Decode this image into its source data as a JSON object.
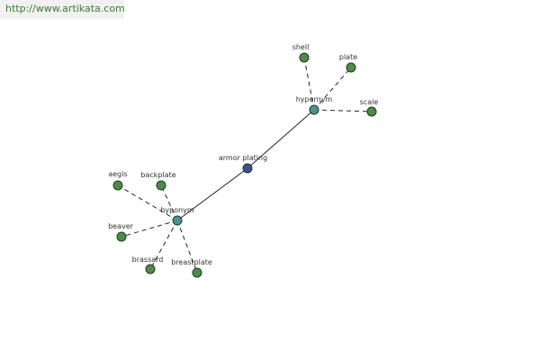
{
  "watermark": {
    "url": "http://www.artikata.com"
  },
  "colors": {
    "leaf_node": "#4f8a4a",
    "hub_node": "#4f8f96",
    "center_node": "#3f4f8f",
    "node_stroke": "#1f3a1f",
    "edge": "#222222"
  },
  "graph": {
    "nodes": [
      {
        "id": "center",
        "label": "armor plating",
        "kind": "center"
      },
      {
        "id": "hyper",
        "label": "hypernym",
        "kind": "hub"
      },
      {
        "id": "hypo",
        "label": "hyponym",
        "kind": "hub"
      },
      {
        "id": "shell",
        "label": "shell",
        "kind": "leaf"
      },
      {
        "id": "plate",
        "label": "plate",
        "kind": "leaf"
      },
      {
        "id": "scale",
        "label": "scale",
        "kind": "leaf"
      },
      {
        "id": "aegis",
        "label": "aegis",
        "kind": "leaf"
      },
      {
        "id": "backplate",
        "label": "backplate",
        "kind": "leaf"
      },
      {
        "id": "beaver",
        "label": "beaver",
        "kind": "leaf"
      },
      {
        "id": "brassard",
        "label": "brassard",
        "kind": "leaf"
      },
      {
        "id": "breastplate",
        "label": "breastplate",
        "kind": "leaf"
      }
    ],
    "edges": [
      {
        "from": "center",
        "to": "hyper",
        "style": "solid"
      },
      {
        "from": "center",
        "to": "hypo",
        "style": "solid"
      },
      {
        "from": "hyper",
        "to": "shell",
        "style": "dashed"
      },
      {
        "from": "hyper",
        "to": "plate",
        "style": "dashed"
      },
      {
        "from": "hyper",
        "to": "scale",
        "style": "dashed"
      },
      {
        "from": "hypo",
        "to": "aegis",
        "style": "dashed"
      },
      {
        "from": "hypo",
        "to": "backplate",
        "style": "dashed"
      },
      {
        "from": "hypo",
        "to": "beaver",
        "style": "dashed"
      },
      {
        "from": "hypo",
        "to": "brassard",
        "style": "dashed"
      },
      {
        "from": "hypo",
        "to": "breastplate",
        "style": "dashed"
      }
    ]
  }
}
